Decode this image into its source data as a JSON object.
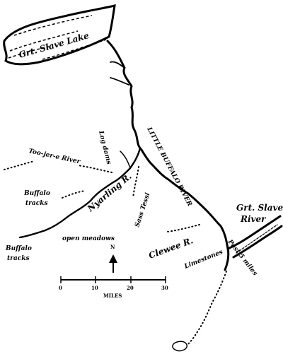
{
  "map": {
    "labels": {
      "lake": "Grt. Slave Lake",
      "little_buffalo": "LITTLE BUFFALO RIVER",
      "nyarling": "Nyarling R.",
      "too_jer_e": "Too-jer-e River",
      "buffalo_tracks_1": "Buffalo tracks",
      "buffalo_tracks_2": "Buffalo tracks",
      "log_dams": "Log dams",
      "sass_tessi": "Sass Tessi",
      "open_meadows": "open meadows",
      "clewee": "Clewee R.",
      "limestones": "Limestones",
      "post": "Post 5 miles",
      "grt_slave_river": "Grt. Slave River",
      "north": "N"
    },
    "scale": {
      "ticks": [
        "0",
        "10",
        "20",
        "30"
      ],
      "unit": "MILES"
    }
  }
}
